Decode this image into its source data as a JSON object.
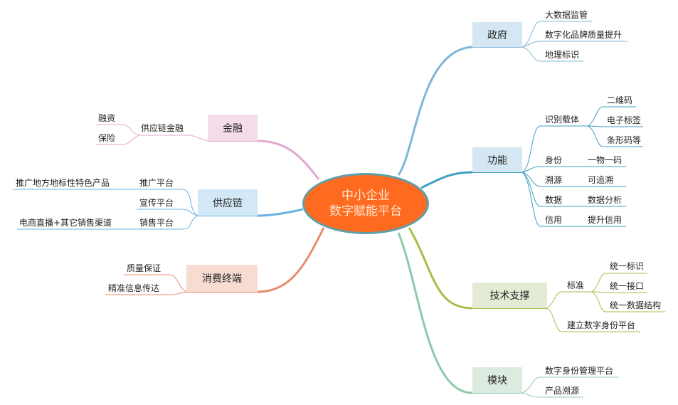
{
  "center": {
    "line1": "中小企业",
    "line2": "数字赋能平台"
  },
  "branches": {
    "government": {
      "label": "政府",
      "color": "#7fb8d6",
      "fill": "#d5e7f2",
      "children": [
        "大数据监管",
        "数字化品牌质量提升",
        "地理标识"
      ]
    },
    "function": {
      "label": "功能",
      "color": "#3e9fc0",
      "fill": "#d5e7f2",
      "carrier": {
        "label": "识别载体",
        "children": [
          "二维码",
          "电子标签",
          "条形码等"
        ]
      },
      "pairs": [
        {
          "left": "身份",
          "right": "一物一码"
        },
        {
          "left": "溯源",
          "right": "可追溯"
        },
        {
          "left": "数据",
          "right": "数据分析"
        },
        {
          "left": "信用",
          "right": "提升信用"
        }
      ]
    },
    "tech": {
      "label": "技术支撑",
      "color": "#a6be4a",
      "fill": "#e4ebd5",
      "standard": {
        "label": "标准",
        "children": [
          "统一标识",
          "统一接口",
          "统一数据结构"
        ]
      },
      "platform": "建立数字身份平台"
    },
    "module": {
      "label": "模块",
      "color": "#8fc9a8",
      "fill": "#dceadf",
      "children": [
        "数字身份管理平台",
        "产品溯源"
      ]
    },
    "finance": {
      "label": "金融",
      "color": "#e3a6d0",
      "fill": "#f4dceb",
      "sub": {
        "label": "供应链金融",
        "children": [
          "融资",
          "保险"
        ]
      }
    },
    "supply": {
      "label": "供应链",
      "color": "#6ab3df",
      "fill": "#d3e8f6",
      "children": [
        {
          "label": "推广平台",
          "detail": "推广地方地标性特色产品"
        },
        {
          "label": "宣传平台",
          "detail": ""
        },
        {
          "label": "销售平台",
          "detail": "电商直播+其它销售渠道"
        }
      ]
    },
    "consumer": {
      "label": "消费终端",
      "color": "#e88c6e",
      "fill": "#f7dcd2",
      "children": [
        "质量保证",
        "精准信息传达"
      ]
    }
  }
}
